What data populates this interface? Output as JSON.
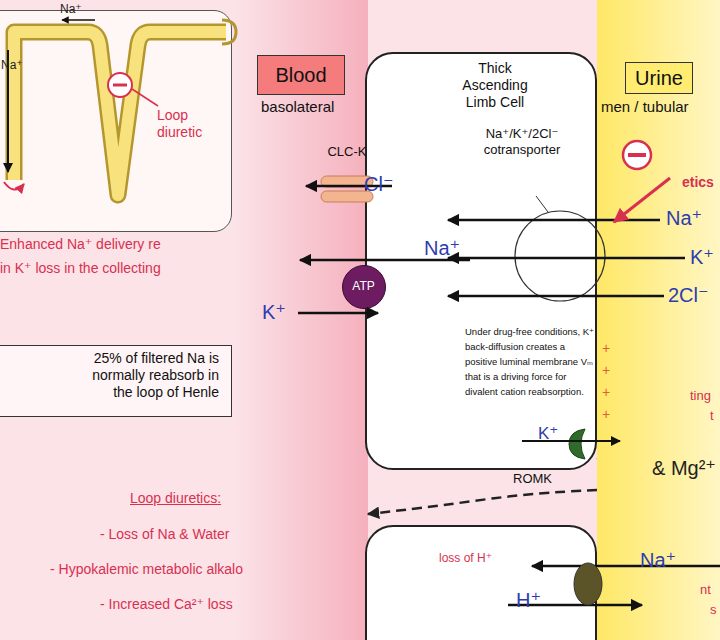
{
  "diagram": {
    "nodes": [
      {
        "text": [
          "Loop diuretic"
        ]
      },
      {
        "text": [
          "Blood",
          "basolateral"
        ]
      },
      {
        "text": [
          "Thick Ascending Limb Cell",
          "Under drug-free conditions, K⁺ back-diffusion creates a positive luminal membrane Vₘ that is a driving force for divalent cation reabsorption."
        ]
      },
      {
        "text": [
          "CLC-K"
        ],
        "in": 2
      },
      {
        "text": [
          "ATP"
        ],
        "in": 2
      },
      {
        "text": [
          "ROMK"
        ],
        "in": 2
      },
      {
        "text": [
          "Urine",
          "men / tubular"
        ]
      },
      {
        "text": [
          "25% of filtered Na is normally reabsorb in the loop of Henle"
        ]
      },
      {
        "text": [
          "loss of H⁺"
        ]
      }
    ],
    "edges": [
      {
        "from": 6,
        "to": 1,
        "arrow": "to"
      }
    ],
    "labels": [
      "Na⁺",
      "Na⁺",
      "Enhanced Na⁺ delivery re",
      "in K⁺ loss in the collecting",
      "Loop diuretics:",
      "- Loss of Na & Water",
      "- Hypokalemic metabolic alkalo",
      "- Increased Ca²⁺ loss",
      "Na⁺/K⁺/2Cl⁻ cotransporter",
      "Cl⁻",
      "Na⁺",
      "K⁺",
      "Na⁺",
      "K⁺",
      "2Cl⁻",
      "K⁺",
      "etics",
      "+",
      "+",
      "+",
      "+",
      "ting",
      "t",
      "& Mg²⁺",
      "Na⁺",
      "H⁺",
      "nt",
      "s"
    ]
  }
}
